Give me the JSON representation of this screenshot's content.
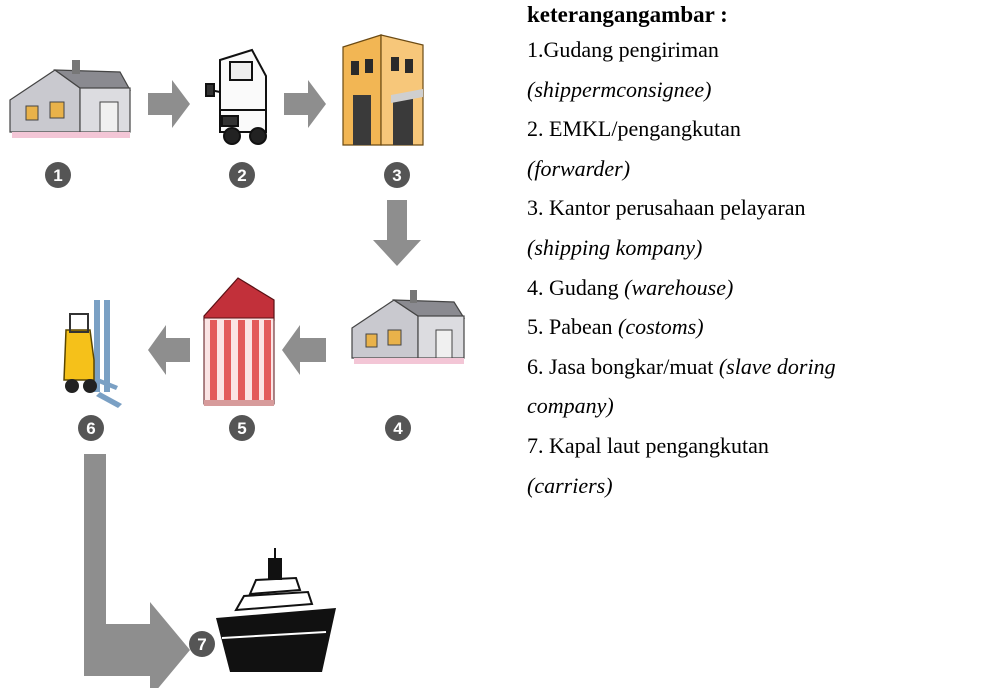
{
  "legend": {
    "title": "keterangangambar :",
    "items": [
      {
        "number": "1",
        "id_label": "1.Gudang pengiriman",
        "en_label": "(shippermconsignee)"
      },
      {
        "number": "2",
        "id_label": "2. EMKL/pengangkutan",
        "en_label": "(forwarder)"
      },
      {
        "number": "3",
        "id_label": "3. Kantor perusahaan pelayaran",
        "en_label": "(shipping kompany)"
      },
      {
        "number": "4",
        "id_label": "4. Gudang ",
        "en_label": "(warehouse)"
      },
      {
        "number": "5",
        "id_label": "5. Pabean ",
        "en_label": "(costoms)"
      },
      {
        "number": "6",
        "id_label": "6. Jasa bongkar/muat ",
        "en_label": "(slave doring",
        "en_label_cont": "company)"
      },
      {
        "number": "7",
        "id_label": "7. Kapal laut pengangkutan",
        "en_label": "(carriers)"
      }
    ]
  },
  "icons": {
    "1": "warehouse-icon",
    "2": "truck-icon",
    "3": "office-building-icon",
    "4": "warehouse-icon",
    "5": "customs-building-icon",
    "6": "forklift-icon",
    "7": "ship-icon"
  },
  "colors": {
    "arrow": "#8e8e8e",
    "number_badge": "#555555",
    "warehouse_wall": "#c9c9cf",
    "office_building": "#f2b654",
    "customs_building": "#e35b5b",
    "forklift": "#f5c11a"
  }
}
